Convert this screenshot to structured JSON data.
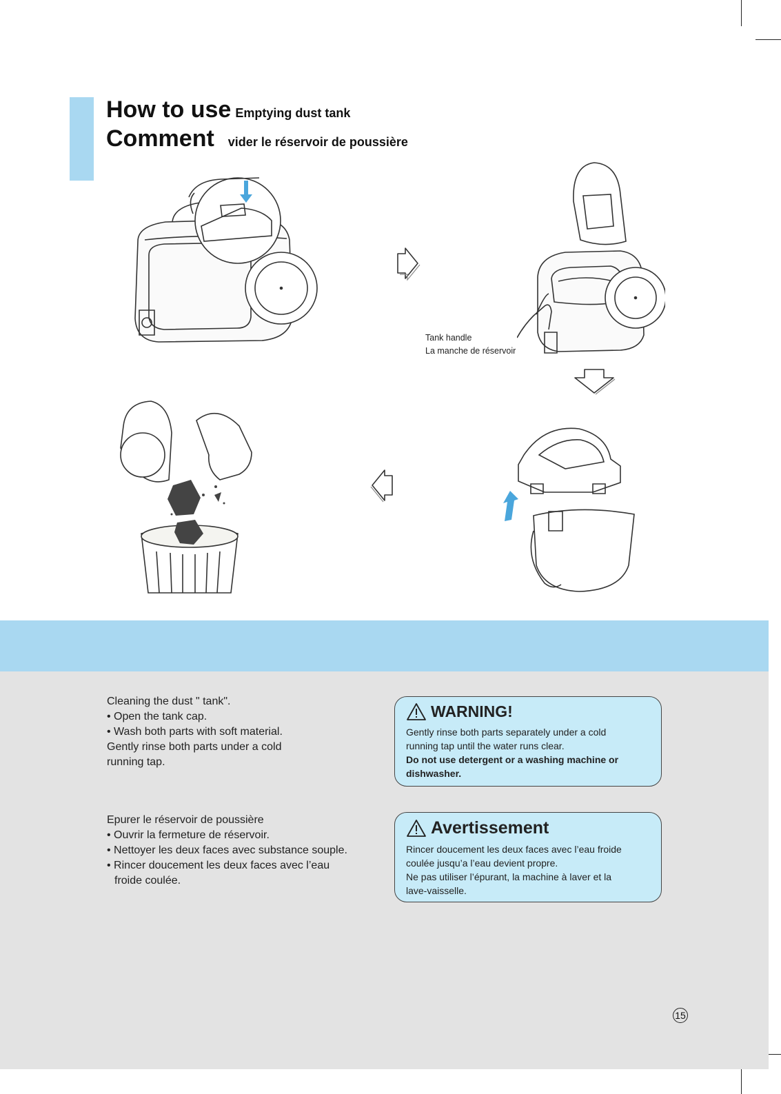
{
  "header": {
    "title_en_main": "How to use",
    "title_en_sub": "Emptying dust tank",
    "title_fr_main": "Comment",
    "title_fr_sub": "vider le réservoir de poussière"
  },
  "illustration": {
    "caption_en": "Tank handle",
    "caption_fr": "La manche de réservoir"
  },
  "instructions": {
    "en": [
      "Cleaning the dust \" tank\".",
      "• Open the tank cap.",
      "• Wash both parts with soft material.",
      "Gently rinse both parts under a cold",
      "running tap."
    ],
    "fr": [
      "Epurer le réservoir de poussière",
      "• Ouvrir la fermeture de réservoir.",
      "• Nettoyer les deux faces avec substance souple.",
      "• Rincer doucement les deux faces avec l’eau",
      "froide coulée."
    ]
  },
  "warning_en": {
    "title": "WARNING!",
    "line1": "Gently rinse both parts separately under a cold",
    "line2": "running tap until the water runs clear.",
    "bold1": "Do not use detergent or a washing machine or",
    "bold2": "dishwasher."
  },
  "warning_fr": {
    "title": "Avertissement",
    "line1": "Rincer doucement les deux faces avec l’eau  froide",
    "line2": "coulée jusqu’a l’eau devient propre.",
    "line3": "Ne pas utiliser l’épurant, la machine  à laver et la",
    "line4": "lave-vaisselle."
  },
  "page_number": "15",
  "colors": {
    "accent_blue": "#a9d8f1",
    "warning_fill": "#c7ebf8",
    "panel_gray": "#e3e3e3",
    "arrow_blue": "#4aa6dc"
  }
}
